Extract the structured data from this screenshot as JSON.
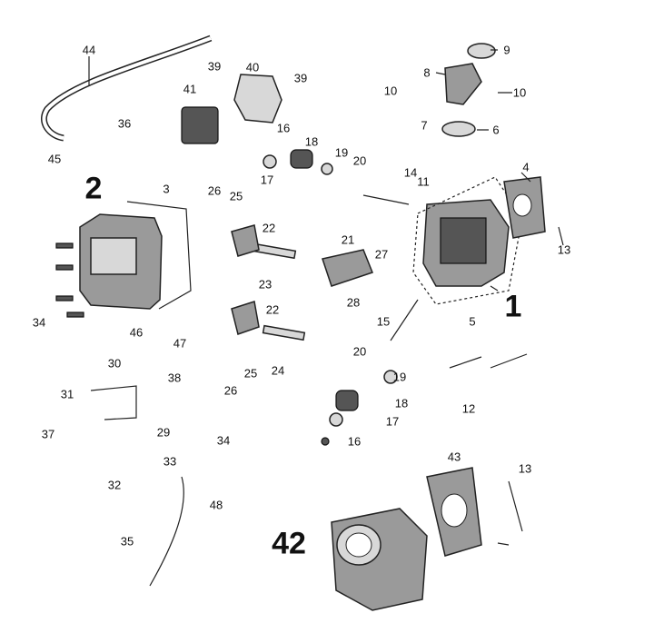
{
  "diagram": {
    "callouts": [
      "44",
      "9",
      "8",
      "10",
      "10",
      "39",
      "40",
      "39",
      "41",
      "36",
      "16",
      "18",
      "19",
      "20",
      "14",
      "7",
      "6",
      "11",
      "4",
      "45",
      "17",
      "2",
      "3",
      "26",
      "25",
      "22",
      "21",
      "27",
      "13",
      "23",
      "1",
      "28",
      "34",
      "22",
      "15",
      "5",
      "46",
      "47",
      "25",
      "24",
      "20",
      "19",
      "30",
      "38",
      "12",
      "31",
      "26",
      "18",
      "29",
      "17",
      "37",
      "34",
      "33",
      "16",
      "43",
      "13",
      "32",
      "48",
      "35",
      "42"
    ],
    "emphasized_callouts": [
      "2",
      "1",
      "42"
    ]
  }
}
